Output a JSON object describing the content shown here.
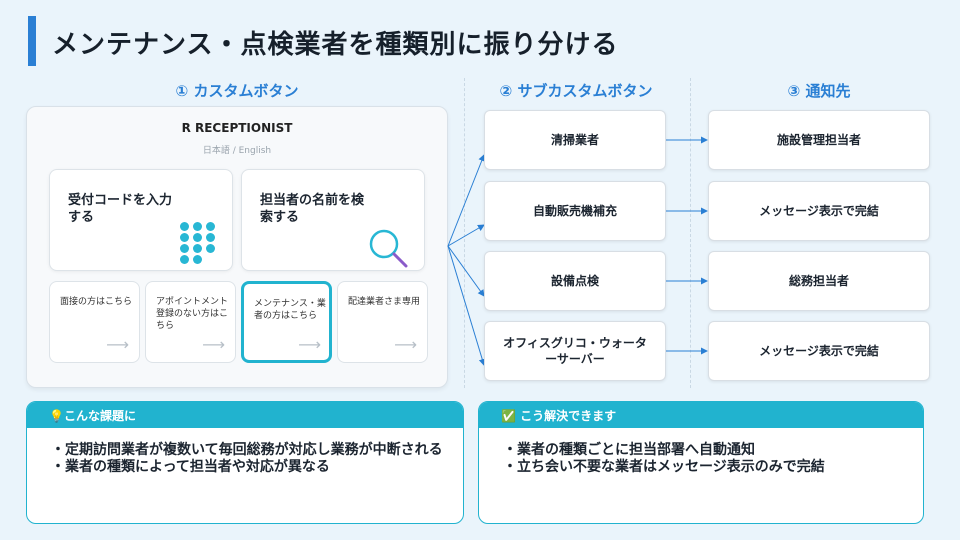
{
  "title": "メンテナンス・点検業者を種類別に振り分ける",
  "columns": {
    "col1": "① カスタムボタン",
    "col2": "② サブカスタムボタン",
    "col3": "③ 通知先"
  },
  "reception": {
    "brand": "R  RECEPTIONIST",
    "lang": "日本語  /  English",
    "big_buttons": [
      "受付コードを入力する",
      "担当者の名前を検索する"
    ],
    "small_buttons": [
      "面接の方はこちら",
      "アポイントメント登録のない方はこちら",
      "メンテナンス・業者の方はこちら",
      "配達業者さま専用"
    ],
    "arrow": "⟶"
  },
  "sub_buttons": [
    "清掃業者",
    "自動販売機補充",
    "設備点検",
    "オフィスグリコ・ウォーターサーバー"
  ],
  "notify": [
    "施設管理担当者",
    "メッセージ表示で完結",
    "総務担当者",
    "メッセージ表示で完結"
  ],
  "problem": {
    "header": "💡こんな課題に",
    "items": [
      "・定期訪問業者が複数いて毎回総務が対応し業務が中断される",
      "・業者の種類によって担当者や対応が異なる"
    ]
  },
  "solution": {
    "header": "✅ こう解決できます",
    "items": [
      "・業者の種類ごとに担当部署へ自動通知",
      "・立ち会い不要な業者はメッセージ表示のみで完結"
    ]
  },
  "colors": {
    "accent": "#2a7fd4",
    "teal": "#21b3cf",
    "background": "#eaf4fb"
  }
}
